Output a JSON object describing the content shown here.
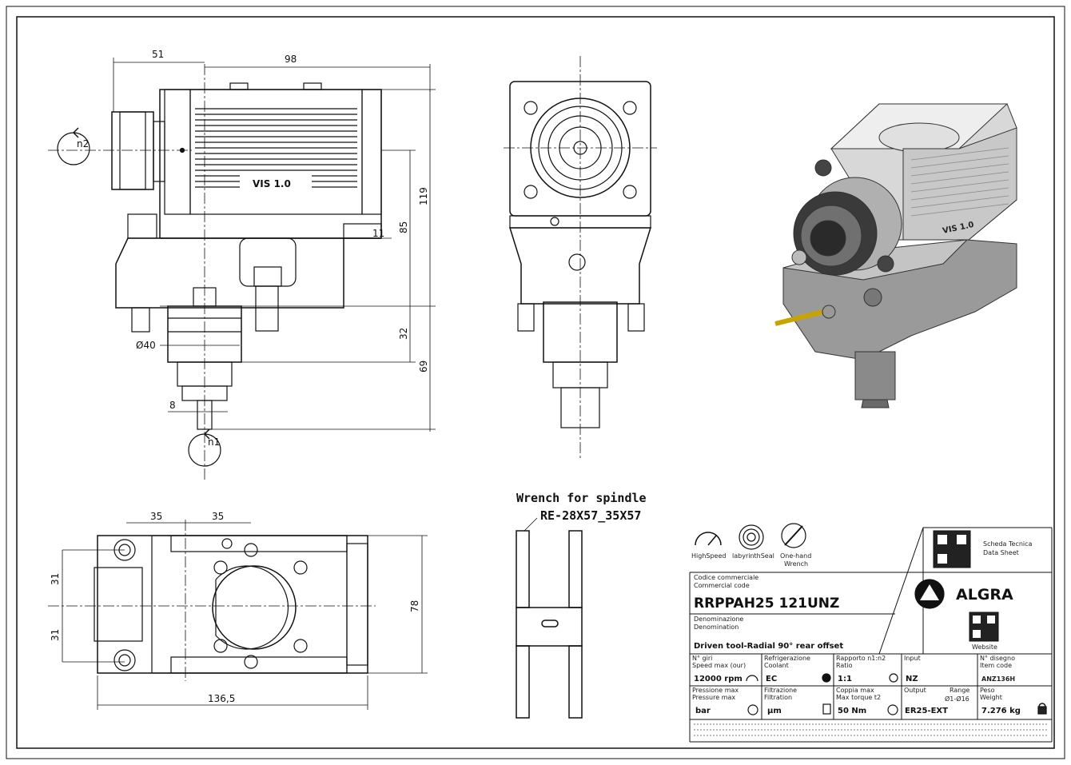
{
  "dims": {
    "d51": "51",
    "d98": "98",
    "d119": "119",
    "d85": "85",
    "d11": "11",
    "d32": "32",
    "d69": "69",
    "dia40": "Ø40",
    "d8": "8",
    "n1": "n1",
    "n2": "n2",
    "d35a": "35",
    "d35b": "35",
    "d31a": "31",
    "d31b": "31",
    "d78": "78",
    "d1365": "136,5"
  },
  "labels": {
    "vis_top": "VIS 1.0",
    "vis_iso": "VIS 1.0"
  },
  "wrench": {
    "title": "Wrench for spindle",
    "code": "RE-28X57_35X57"
  },
  "icons": {
    "high_speed": "HighSpeed",
    "labyrinth": "labyrinthSeal",
    "one_hand": "One-hand",
    "wrench": "Wrench"
  },
  "title_block": {
    "scheda_1": "Scheda Tecnica",
    "scheda_2": "Data Sheet",
    "brand": "ALGRA",
    "website": "Website",
    "code_lbl_it": "Codice commerciale",
    "code_lbl_en": "Commercial code",
    "code_val": "RRPPAH25 121UNZ",
    "den_lbl_it": "Denominazione",
    "den_lbl_en": "Denomination",
    "den_val": "Driven tool-Radial 90° rear offset",
    "rpm_lbl_1": "N° giri",
    "rpm_lbl_2": "Speed max (our)",
    "rpm_val": "12000 rpm",
    "cool_lbl_1": "Refrigerazione",
    "cool_lbl_2": "Coolant",
    "cool_val": "EC",
    "ratio_lbl_1": "Rapporto n1:n2",
    "ratio_lbl_2": "Ratio",
    "ratio_val": "1:1",
    "input_lbl": "Input",
    "input_val": "NZ",
    "draw_lbl_1": "N° disegno",
    "draw_lbl_2": "Item code",
    "draw_val": "ANZ136H",
    "press_lbl_1": "Pressione max",
    "press_lbl_2": "Pressure max",
    "press_val": "bar",
    "filt_lbl_1": "Filtrazione",
    "filt_lbl_2": "Filtration",
    "filt_val": "µm",
    "torq_lbl_1": "Coppia max",
    "torq_lbl_2": "Max torque t2",
    "torq_val": "50 Nm",
    "out_lbl": "Output",
    "range_lbl": "Range",
    "range_val": "Ø1-Ø16",
    "out_val": "ER25-EXT",
    "weight_lbl_1": "Peso",
    "weight_lbl_2": "Weight",
    "weight_val": "7.276 kg"
  }
}
